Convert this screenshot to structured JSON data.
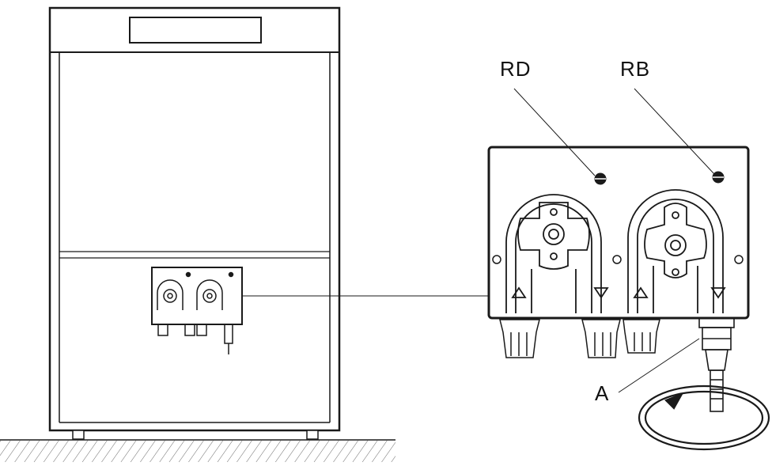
{
  "labels": {
    "rd": "RD",
    "rb": "RB",
    "a": "A"
  },
  "colors": {
    "line": "#1a1a1a",
    "background": "#ffffff"
  }
}
